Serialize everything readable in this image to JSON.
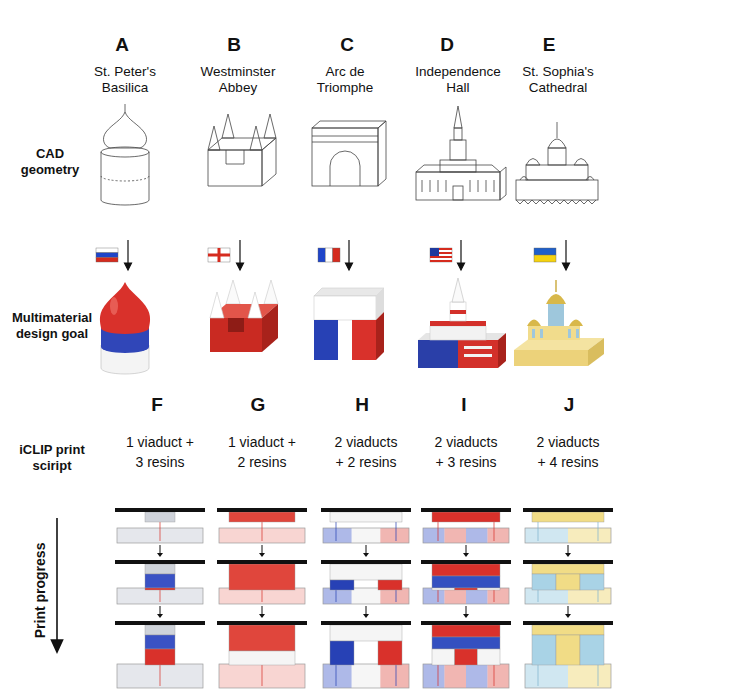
{
  "diagram": {
    "labels": [
      "A",
      "B",
      "C",
      "D",
      "E",
      "St. Peter's Basilica",
      "Westminster Abbey",
      "Arc de Triomphe",
      "Independence Hall",
      "St. Sophia's Cathedral",
      "CAD geometry",
      "Multimaterial design goal",
      "F",
      "G",
      "H",
      "I",
      "J",
      "iCLIP print sciript",
      "1 viaduct + 3 resins",
      "1 viaduct + 2 resins",
      "2 viaducts + 2 resins",
      "2 viaducts + 3 resins",
      "2 viaducts + 4 resins",
      "Print progress"
    ]
  }
}
